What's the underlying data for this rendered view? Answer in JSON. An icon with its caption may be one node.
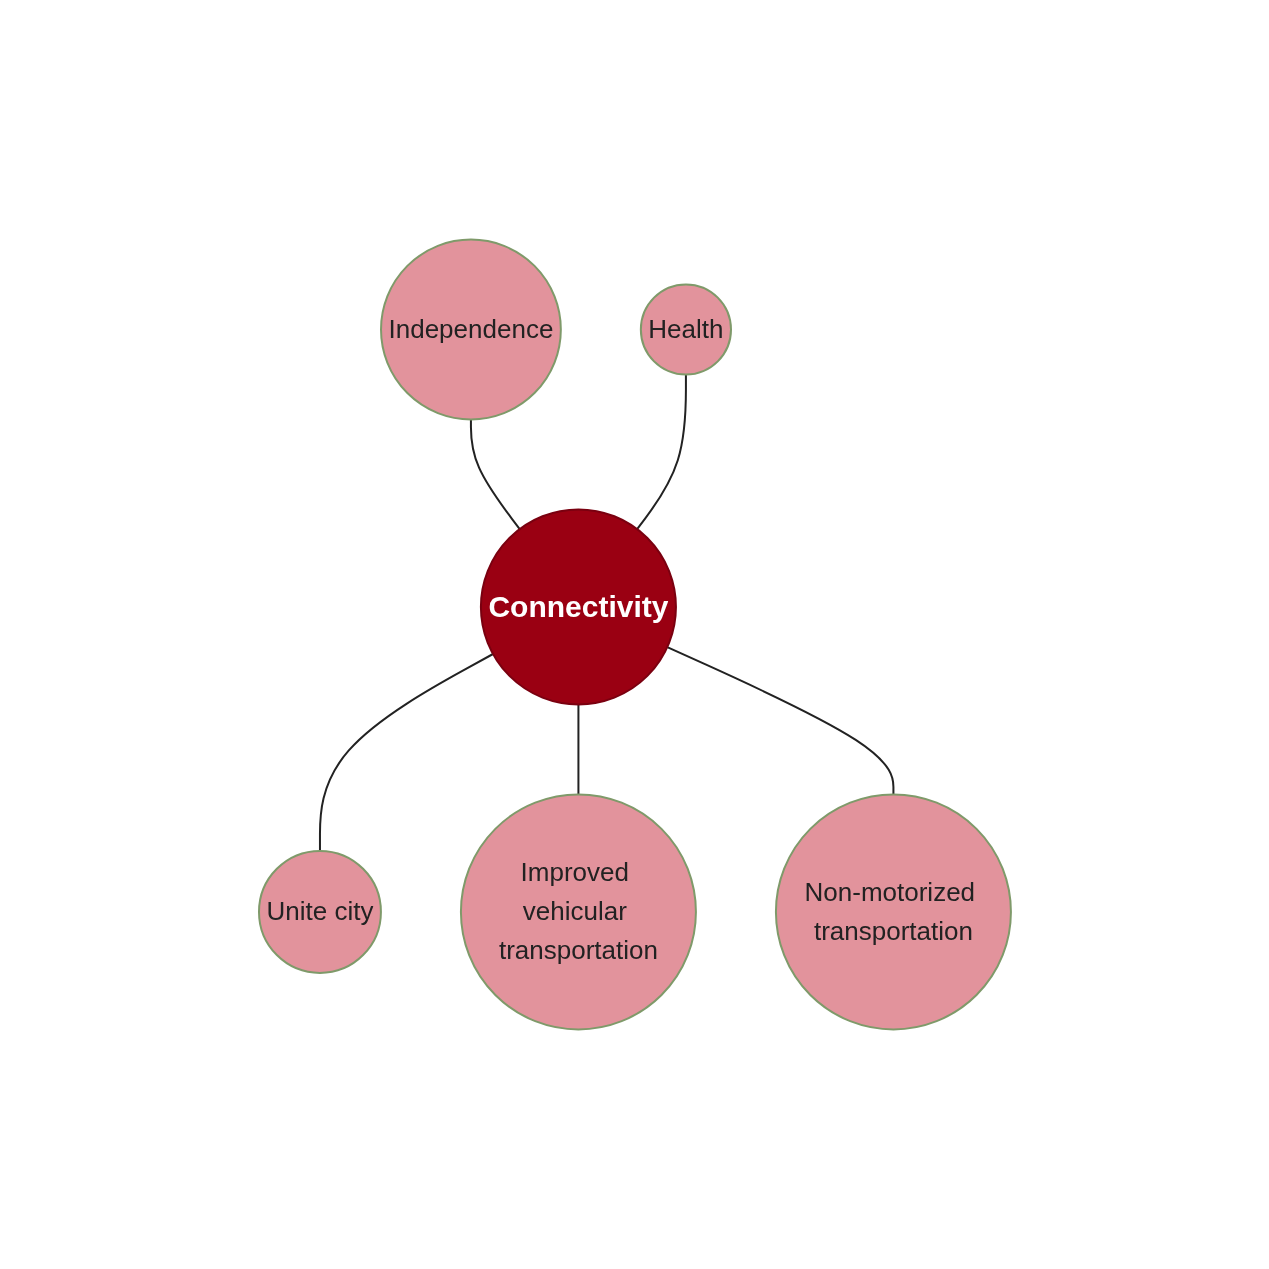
{
  "diagram": {
    "nodes": [
      {
        "text": [
          "Independence"
        ]
      },
      {
        "text": [
          "Health"
        ]
      },
      {
        "text": [
          "Connectivity"
        ]
      },
      {
        "text": [
          "Unite city"
        ]
      },
      {
        "text": [
          "Improved vehicular transportation"
        ]
      },
      {
        "text": [
          "Non-motorized transportation"
        ]
      }
    ],
    "edges": [
      {
        "from": 0,
        "to": 2,
        "arrow": "none"
      },
      {
        "from": 1,
        "to": 2,
        "arrow": "none"
      },
      {
        "from": 2,
        "to": 3,
        "arrow": "none"
      },
      {
        "from": 2,
        "to": 4,
        "arrow": "none"
      },
      {
        "from": 2,
        "to": 5,
        "arrow": "none"
      }
    ]
  }
}
